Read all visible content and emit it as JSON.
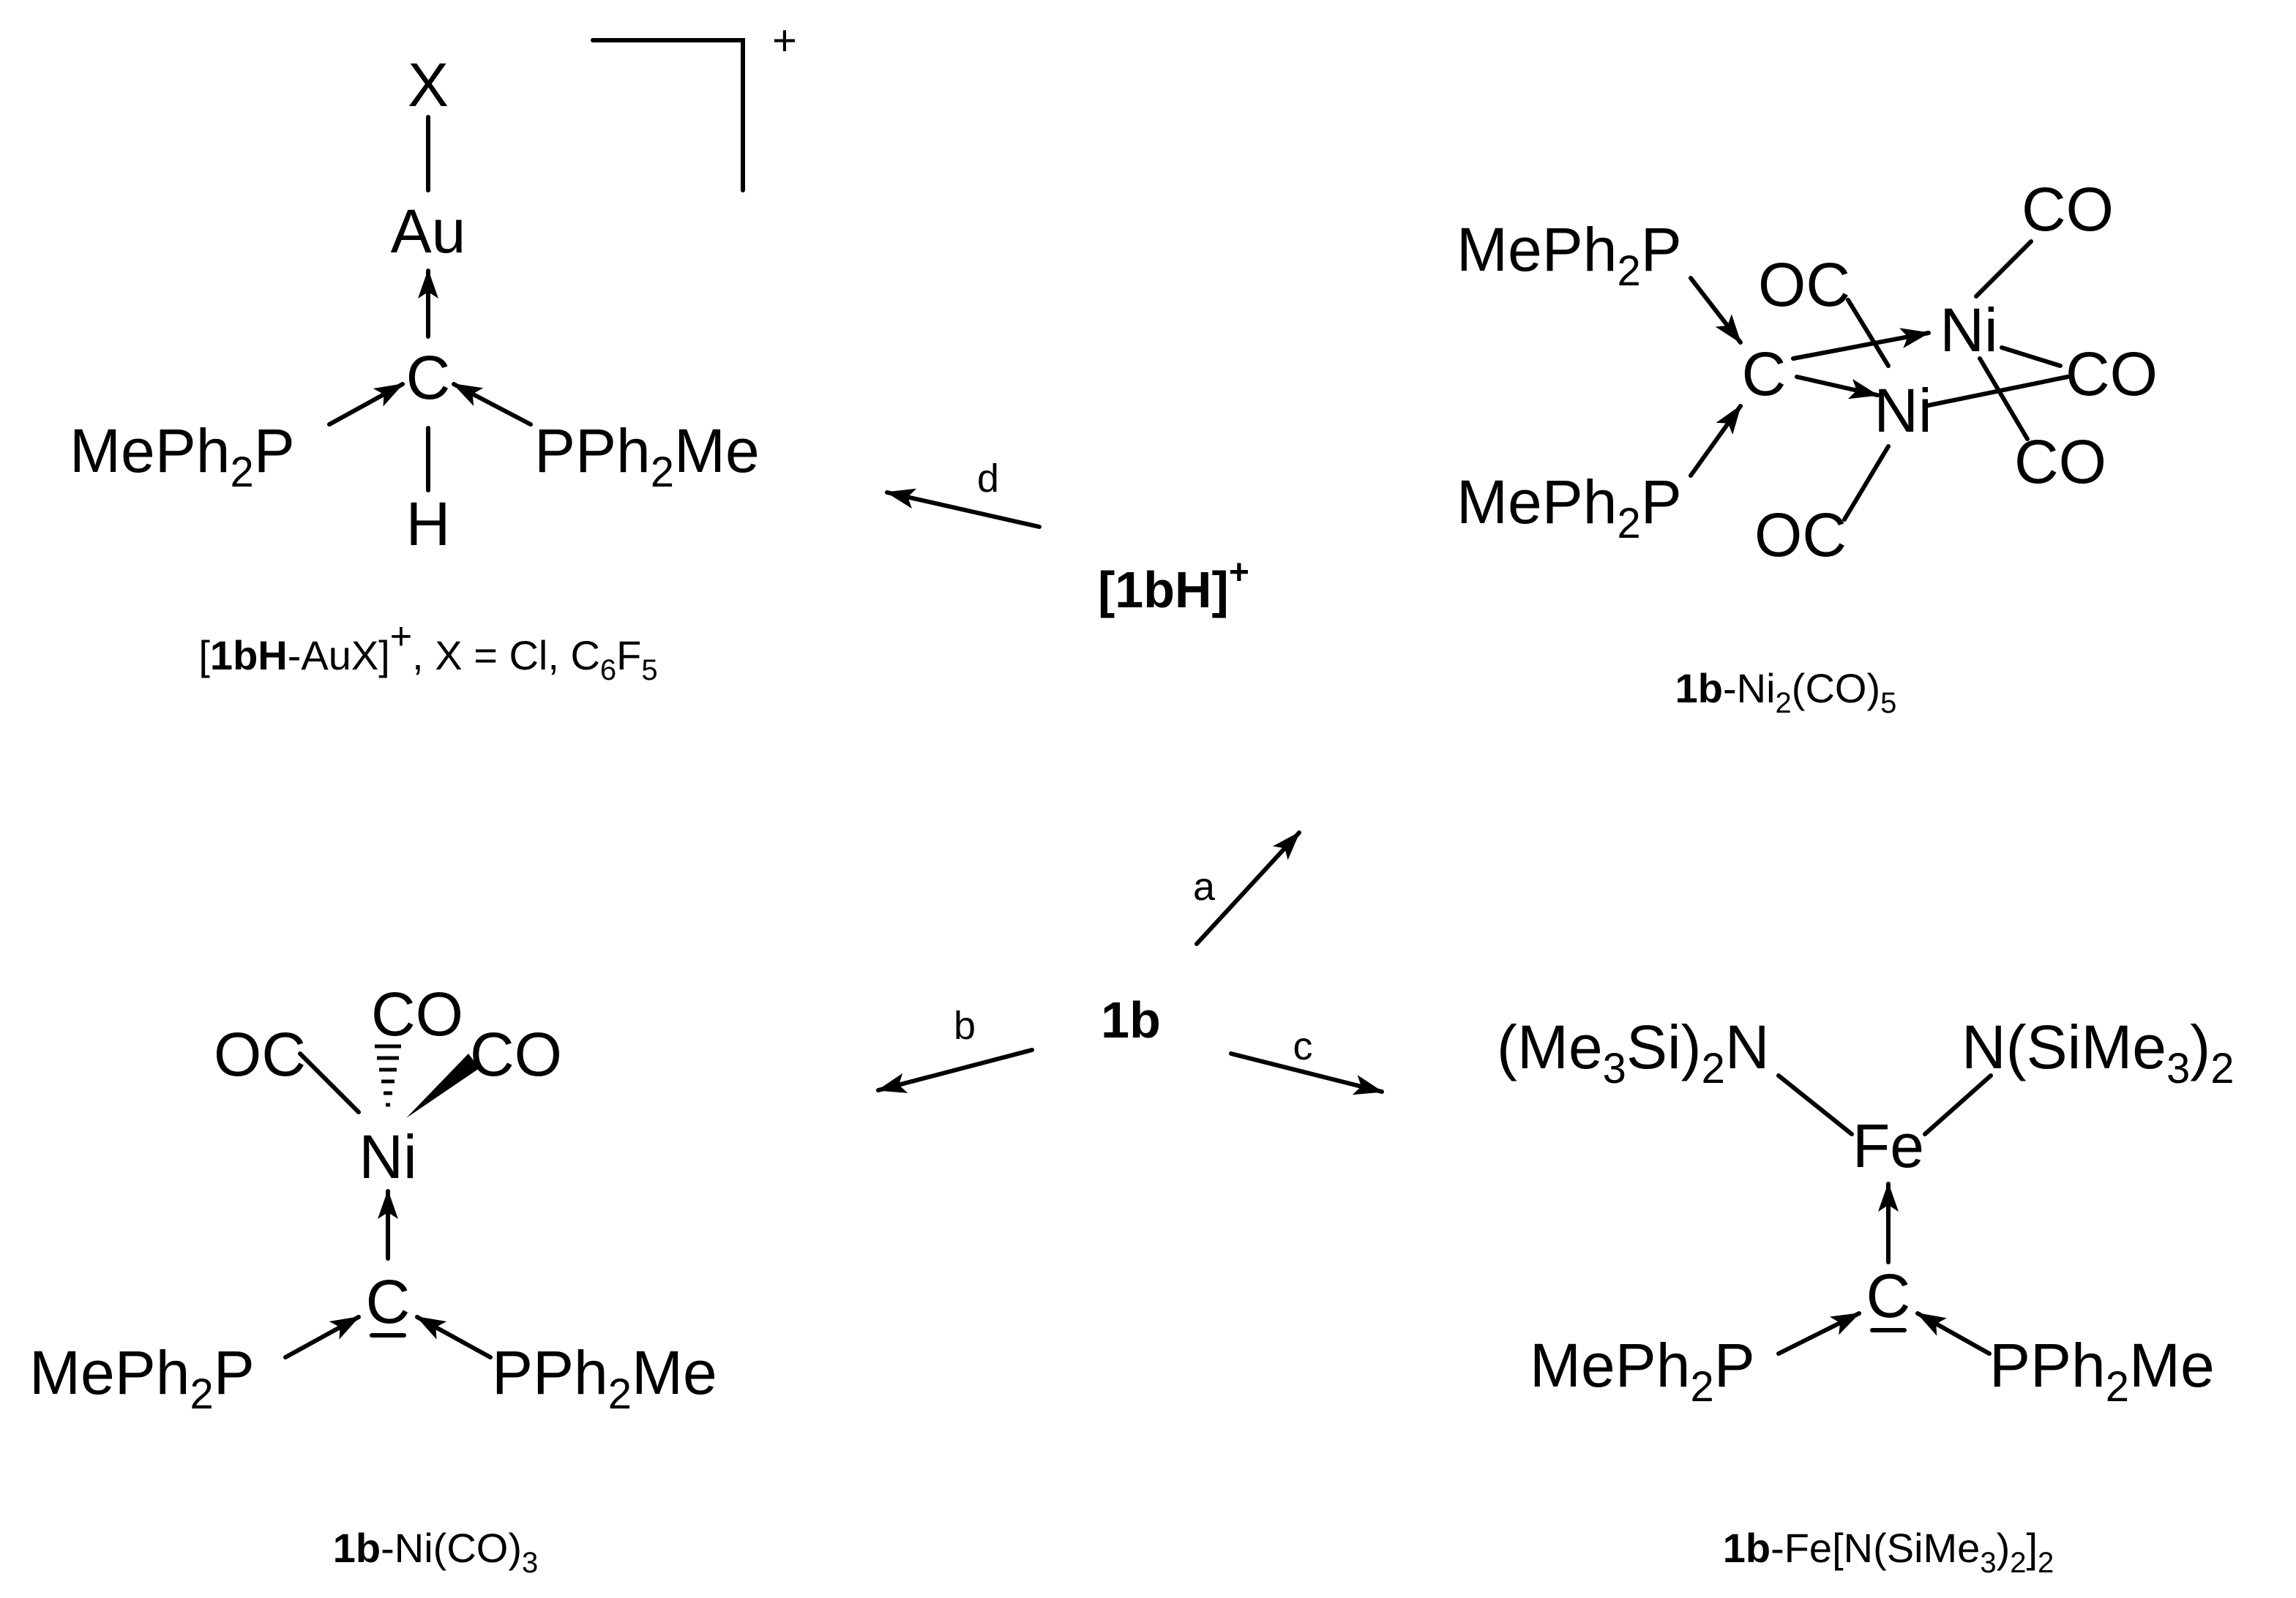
{
  "diagram": {
    "title": "",
    "center_compound": "1b",
    "reaction_labels": {
      "a": "a",
      "b": "b",
      "c": "c",
      "d": "d"
    },
    "intermediate": {
      "text": "[1bH]",
      "charge": "+"
    },
    "atoms": {
      "X": "X",
      "Au": "Au",
      "C": "C",
      "H": "H",
      "Ni": "Ni",
      "Fe": "Fe",
      "CO": "CO",
      "OC": "OC",
      "N": "N",
      "MePh": "MePh",
      "PPh": "PPh",
      "P": "P",
      "Me": "Me",
      "sub2": "2",
      "sub3": "3",
      "Me3Si_open": "(Me",
      "Si_close": "Si)",
      "N_open_SiMe": "N(SiMe",
      "close_paren": ")",
      "charge_plus": "+"
    },
    "captions": {
      "au": {
        "open": "[",
        "bold1": "1",
        "boldH": "bH",
        "rest": "-AuX]",
        "charge": "+",
        "x_part": ", X = Cl, C",
        "sub6": "6",
        "F": "F",
        "sub5": "5"
      },
      "ni2": {
        "bold": "1b",
        "pre": "-Ni",
        "sub2": "2",
        "mid": "(CO)",
        "sub5": "5"
      },
      "ni": {
        "bold": "1b",
        "pre": "-Ni(CO)",
        "sub3": "3"
      },
      "fe": {
        "bold": "1b",
        "pre": "-Fe[N(SiMe",
        "sub3": "3",
        "mid": ")",
        "sub2a": "2",
        "close": "]",
        "sub2b": "2"
      }
    }
  }
}
